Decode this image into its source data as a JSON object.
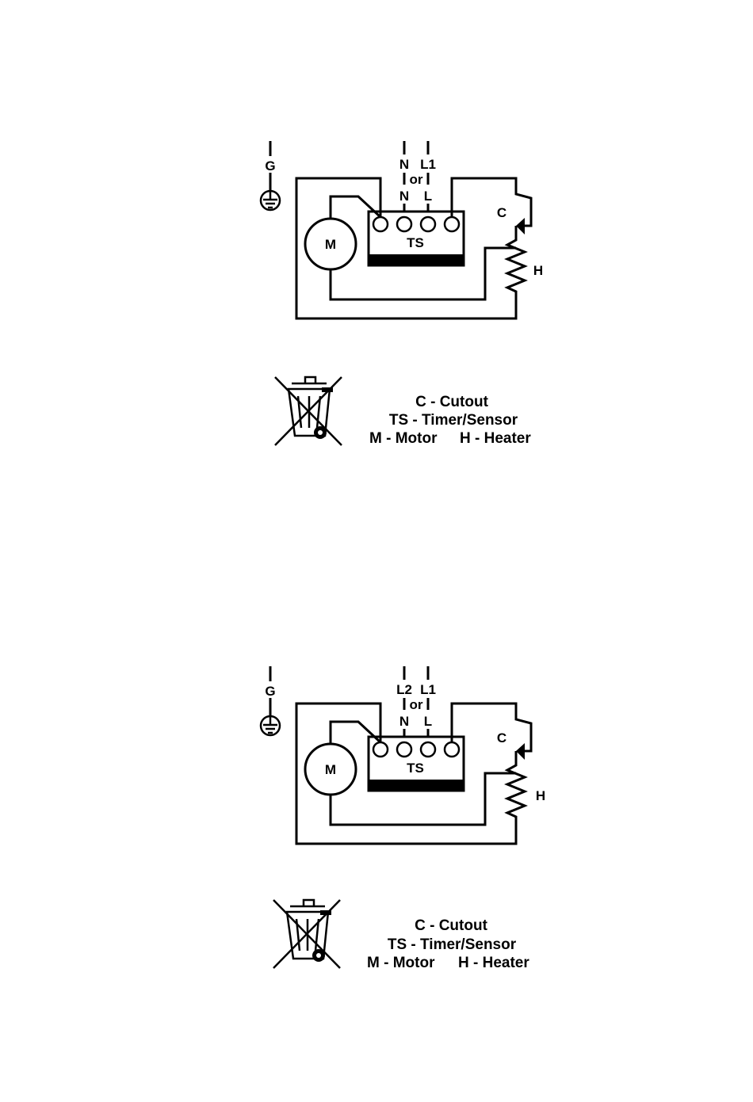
{
  "diagrams": [
    {
      "labels": {
        "ground": "G",
        "top_left": "N",
        "top_right": "L1",
        "or": "or",
        "bottom_left": "N",
        "bottom_right": "L",
        "motor": "M",
        "timer": "TS",
        "cutout": "C",
        "heater": "H"
      },
      "legend": {
        "line1": "C - Cutout",
        "line2": "TS - Timer/Sensor",
        "line3_a": "M - Motor",
        "line3_b": "H - Heater"
      }
    },
    {
      "labels": {
        "ground": "G",
        "top_left": "L2",
        "top_right": "L1",
        "or": "or",
        "bottom_left": "N",
        "bottom_right": "L",
        "motor": "M",
        "timer": "TS",
        "cutout": "C",
        "heater": "H"
      },
      "legend": {
        "line1": "C - Cutout",
        "line2": "TS - Timer/Sensor",
        "line3_a": "M - Motor",
        "line3_b": "H - Heater"
      }
    }
  ]
}
